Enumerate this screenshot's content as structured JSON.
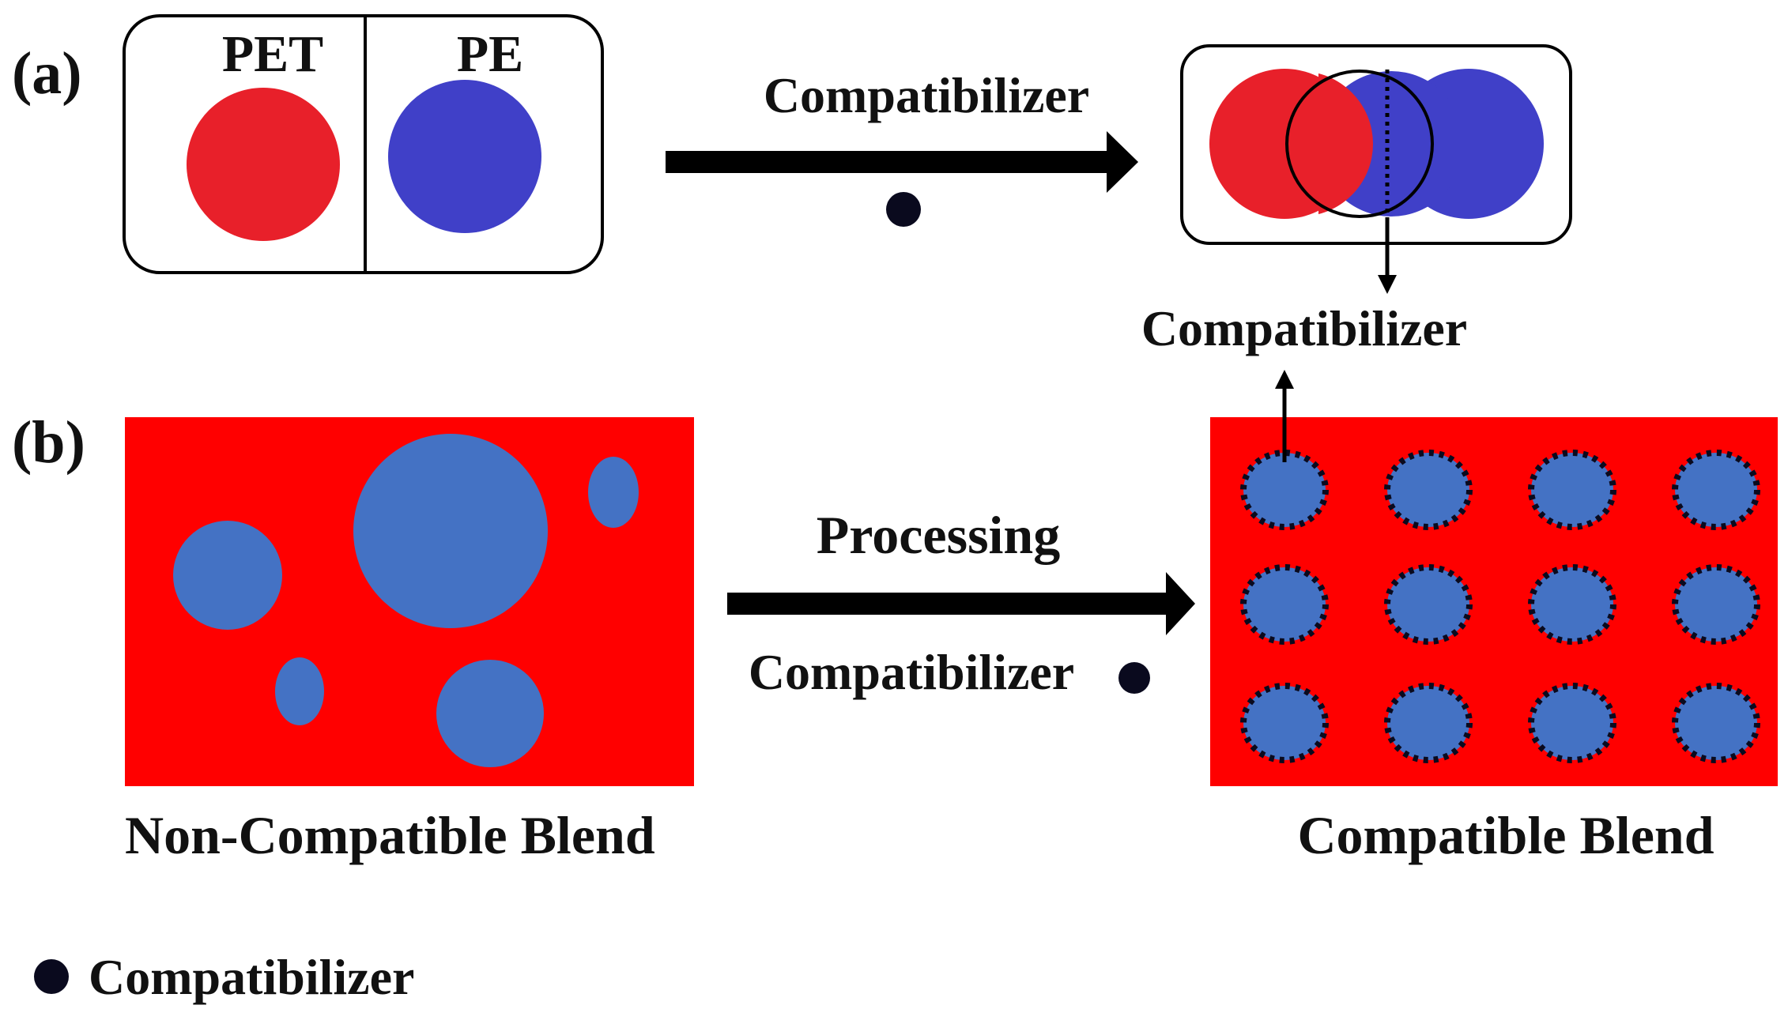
{
  "panel_a": {
    "label": "(a)",
    "pet_label": "PET",
    "pe_label": "PE",
    "arrow_label": "Compatibilizer",
    "interface_label": "Compatibilizer"
  },
  "panel_b": {
    "label": "(b)",
    "arrow_label_top": "Processing",
    "arrow_label_bottom": "Compatibilizer",
    "left_caption": "Non-Compatible Blend",
    "right_caption": "Compatible Blend"
  },
  "legend": {
    "label": "Compatibilizer"
  },
  "colors": {
    "pet_red": "#e8202a",
    "pe_blue": "#4040c8",
    "matrix_red": "#ff0000",
    "dispersed_blue": "#4472c4",
    "compatibilizer_black": "#0a0a1e"
  }
}
